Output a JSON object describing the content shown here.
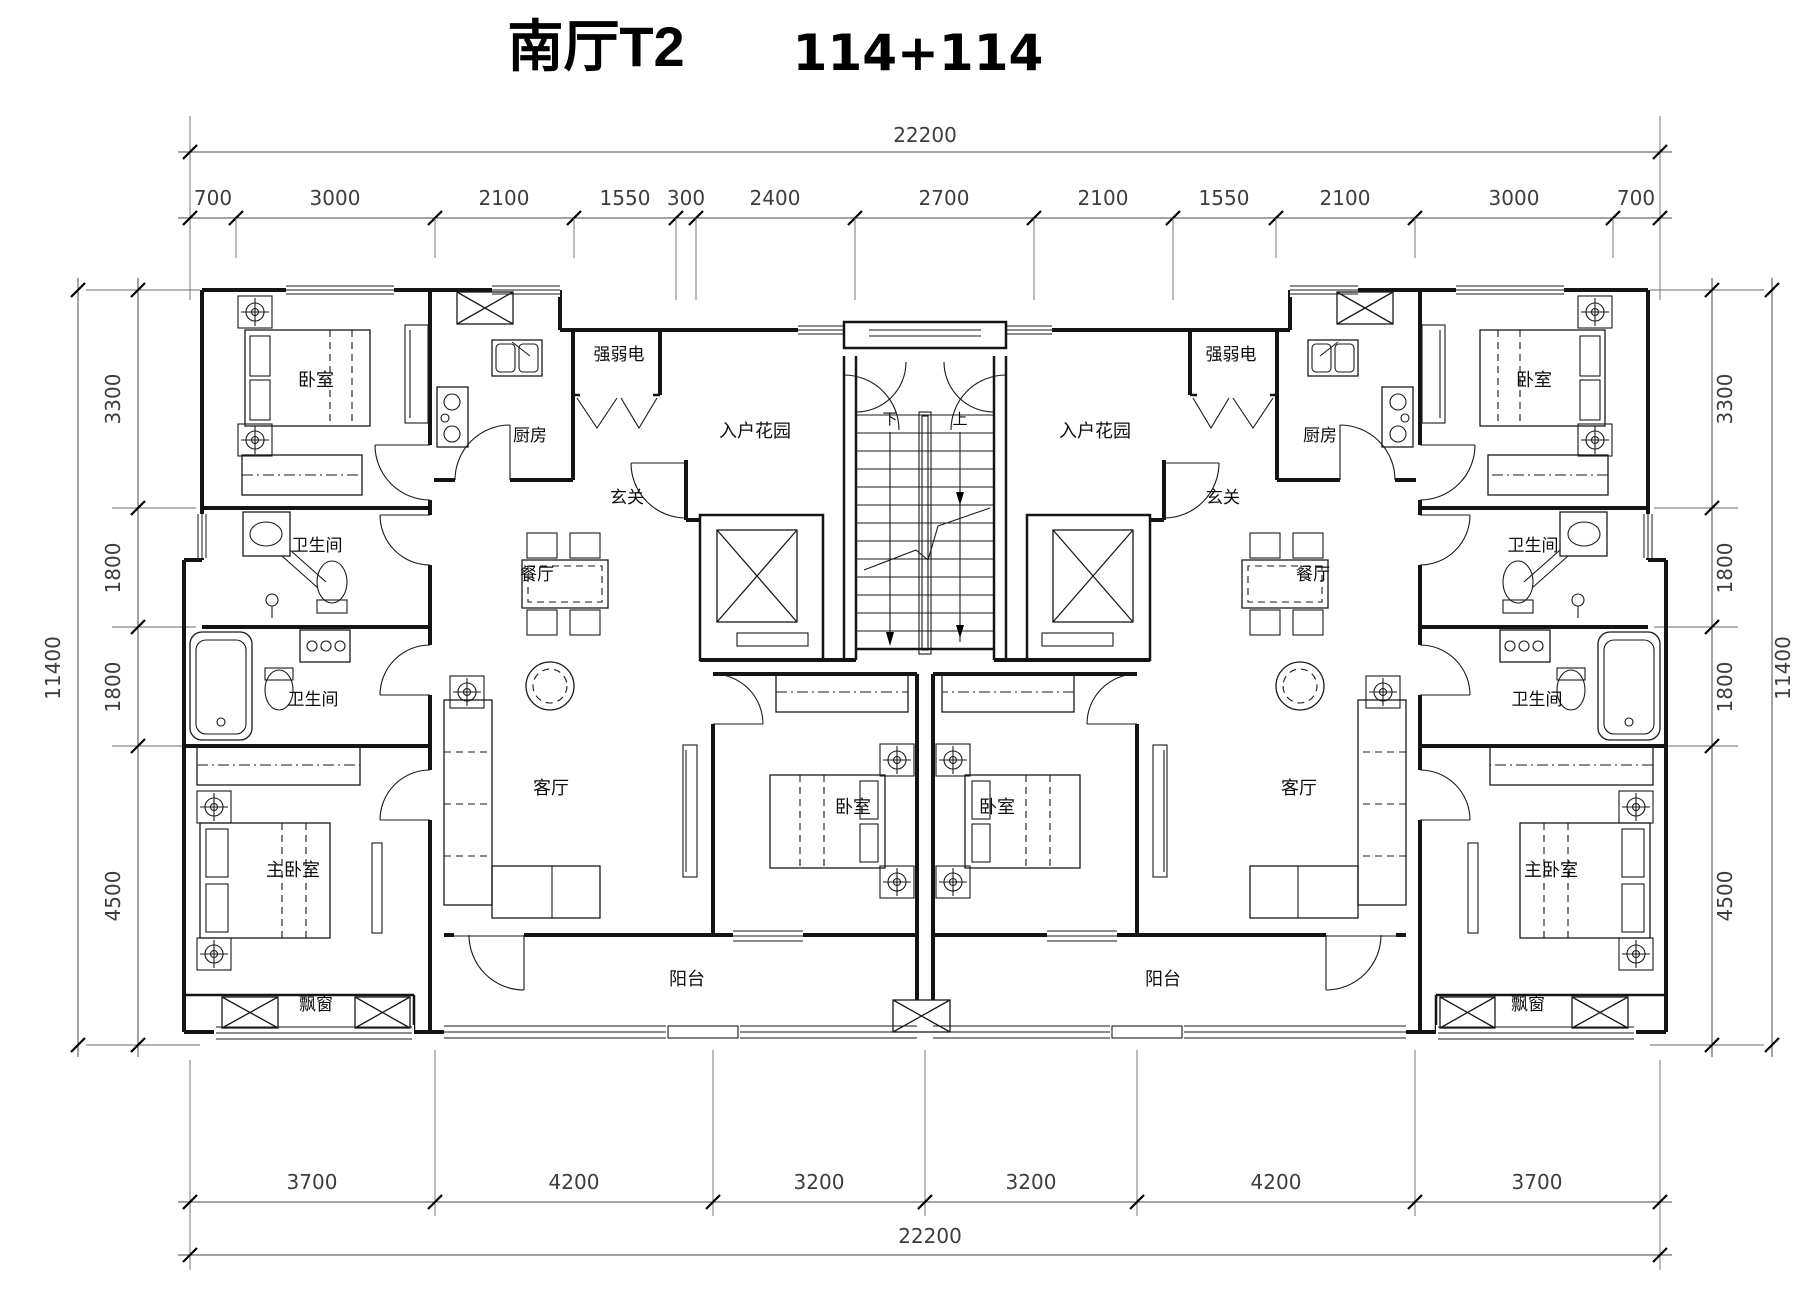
{
  "title": {
    "plan_name": "南厅T2",
    "unit_area": "114+114"
  },
  "dims": {
    "top_total": "22200",
    "bottom_total": "22200",
    "side_total": "11400",
    "top_segments": [
      "700",
      "3000",
      "2100",
      "1550",
      "300",
      "2400",
      "2700",
      "2100",
      "1550",
      "2100",
      "3000",
      "700"
    ],
    "bottom_segments": [
      "3700",
      "4200",
      "3200",
      "3200",
      "4200",
      "3700"
    ],
    "side_segments": [
      "3300",
      "1800",
      "1800",
      "4500"
    ]
  },
  "rooms": {
    "bedroom": "卧室",
    "kitchen": "厨房",
    "utilities": "强弱电",
    "entry_garden": "入户花园",
    "foyer": "玄关",
    "dining": "餐厅",
    "bathroom": "卫生间",
    "living": "客厅",
    "master_bedroom": "主卧室",
    "bay_window": "飘窗",
    "balcony": "阳台",
    "stairs_down": "下",
    "stairs_up": "上"
  }
}
